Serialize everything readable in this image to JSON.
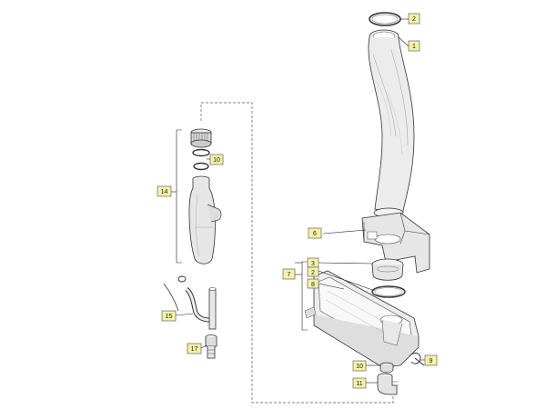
{
  "diagram": {
    "callouts": {
      "c1": "1",
      "c2a": "2",
      "c2b": "2",
      "c3": "3",
      "c6": "6",
      "c7": "7",
      "c8": "8",
      "c9": "9",
      "c10a": "10",
      "c10b": "10",
      "c11": "11",
      "c14": "14",
      "c15": "15",
      "c17": "17"
    },
    "colors": {
      "callout_fill": "#f4f2a8",
      "line": "#222222",
      "part_fill": "#e8e8e8"
    }
  }
}
